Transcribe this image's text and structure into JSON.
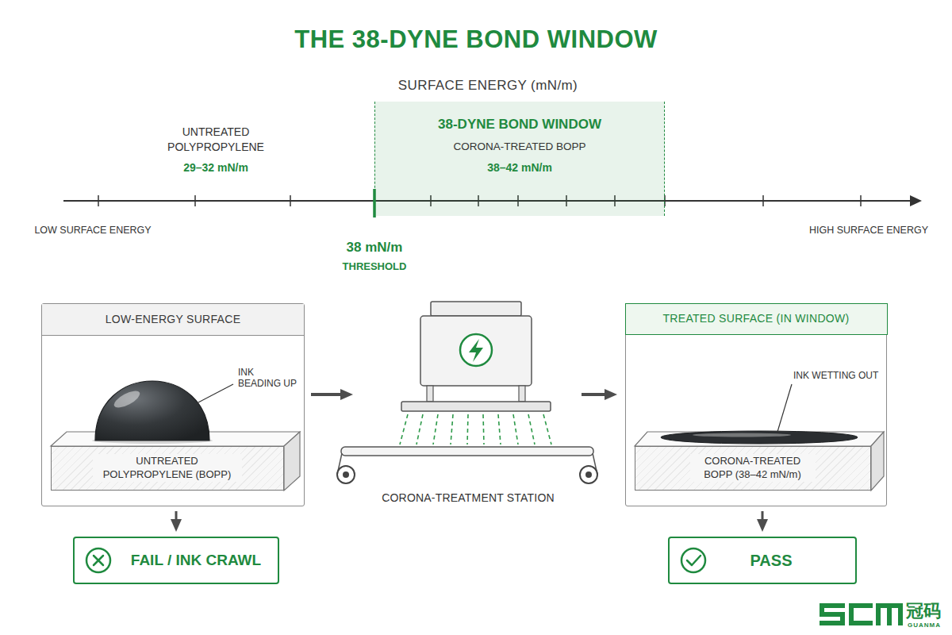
{
  "diagram": {
    "title": "THE 38-DYNE BOND WINDOW",
    "nodes": [
      {
        "text": [
          "38-DYNE BOND WINDOW",
          "CORONA-TREATED BOPP",
          "38–42 mN/m"
        ]
      },
      {
        "text": [
          "LOW-ENERGY SURFACE"
        ]
      },
      {
        "text": [
          "UNTREATED POLYPROPYLENE (BOPP)"
        ],
        "in": 1
      },
      {
        "text": [
          "CORONA-TREATMENT STATION"
        ]
      },
      {
        "text": [
          "TREATED SURFACE (IN WINDOW)"
        ]
      },
      {
        "text": [
          "CORONA-TREATED BOPP (38–42 mN/m)"
        ],
        "in": 4
      },
      {
        "text": [
          "FAIL / INK CRAWL"
        ]
      },
      {
        "text": [
          "PASS"
        ]
      }
    ],
    "edges": [
      {
        "from": 1,
        "to": 3,
        "arrow": "to"
      },
      {
        "from": 3,
        "to": 4,
        "arrow": "to"
      },
      {
        "from": 1,
        "to": 6,
        "arrow": "to"
      },
      {
        "from": 4,
        "to": 7,
        "arrow": "to"
      }
    ],
    "labels": [
      "SURFACE ENERGY (mN/m)",
      "UNTREATED POLYPROPYLENE",
      "29–32 mN/m",
      "LOW SURFACE ENERGY",
      "HIGH SURFACE ENERGY",
      "38 mN/m",
      "THRESHOLD",
      "INK BEADING UP",
      "INK WETTING OUT",
      "冠码",
      "GUANMA"
    ]
  }
}
